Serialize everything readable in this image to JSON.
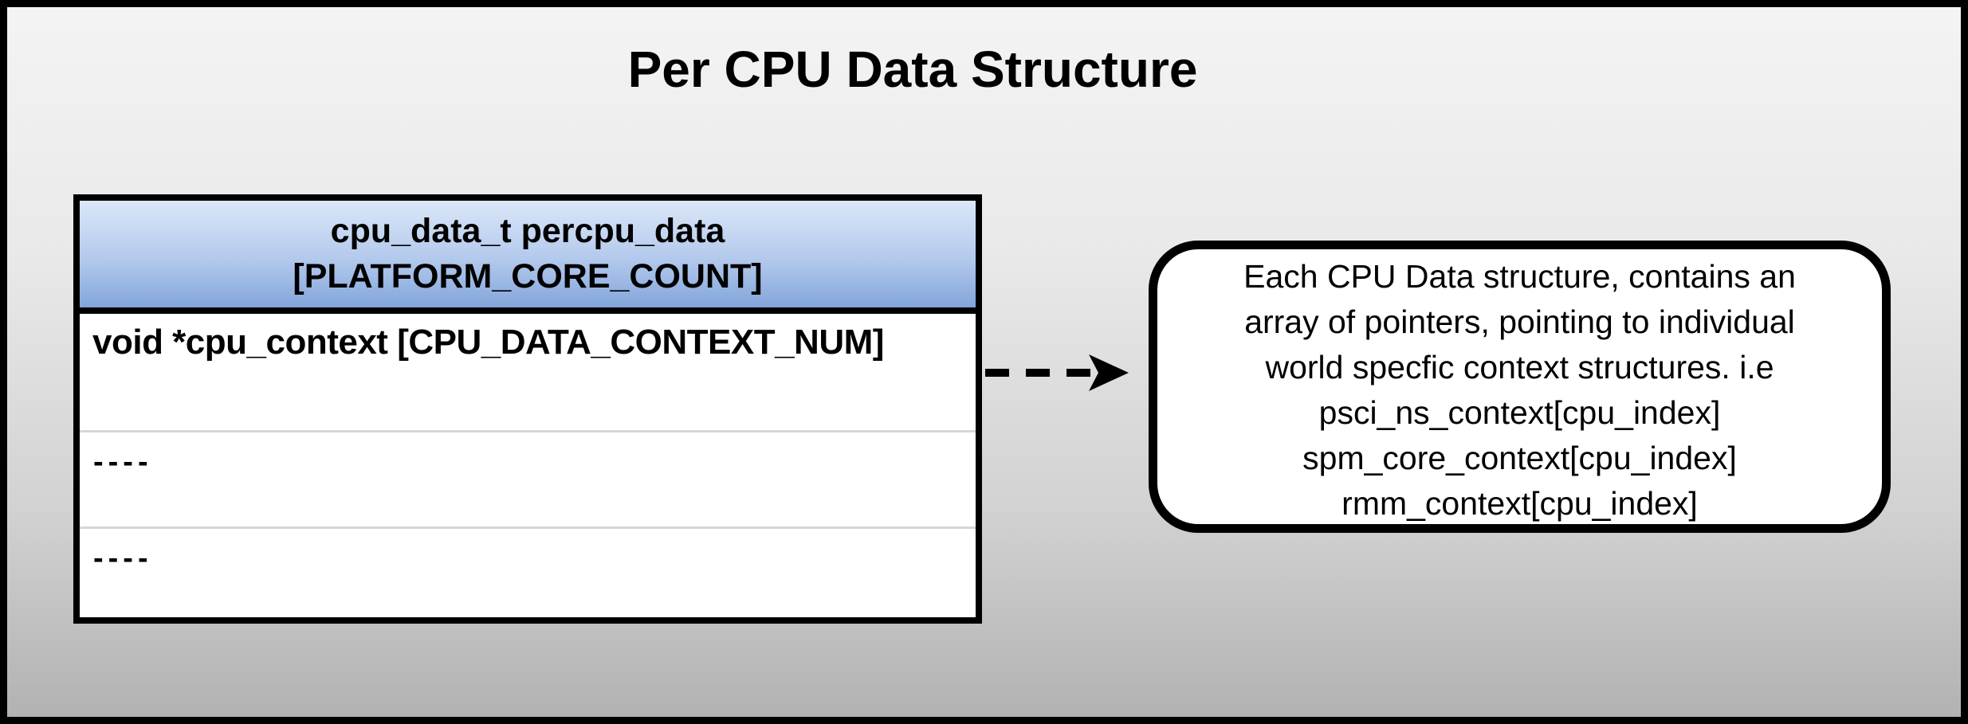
{
  "title": "Per CPU Data Structure",
  "table": {
    "header": {
      "line1": "cpu_data_t percpu_data",
      "line2": "[PLATFORM_CORE_COUNT]"
    },
    "rows": [
      {
        "label": "void *cpu_context [CPU_DATA_CONTEXT_NUM]"
      },
      {
        "label": "----"
      },
      {
        "label": "----"
      }
    ]
  },
  "callout": {
    "lines": [
      "Each CPU Data structure, contains an",
      "array of pointers, pointing to individual",
      "world specfic context structures. i.e",
      "psci_ns_context[cpu_index]",
      "spm_core_context[cpu_index]",
      "rmm_context[cpu_index]"
    ]
  },
  "arrow": {
    "style": "dashed",
    "direction": "right"
  },
  "colors": {
    "header_gradient_top": "#dbe7f8",
    "header_gradient_bottom": "#82a5da",
    "background_gradient_top": "#f4f4f4",
    "background_gradient_bottom": "#b1b1b1",
    "outer_border": "#000000",
    "row_separator": "#d6d6d6",
    "text": "#000000",
    "box_fill": "#ffffff"
  }
}
